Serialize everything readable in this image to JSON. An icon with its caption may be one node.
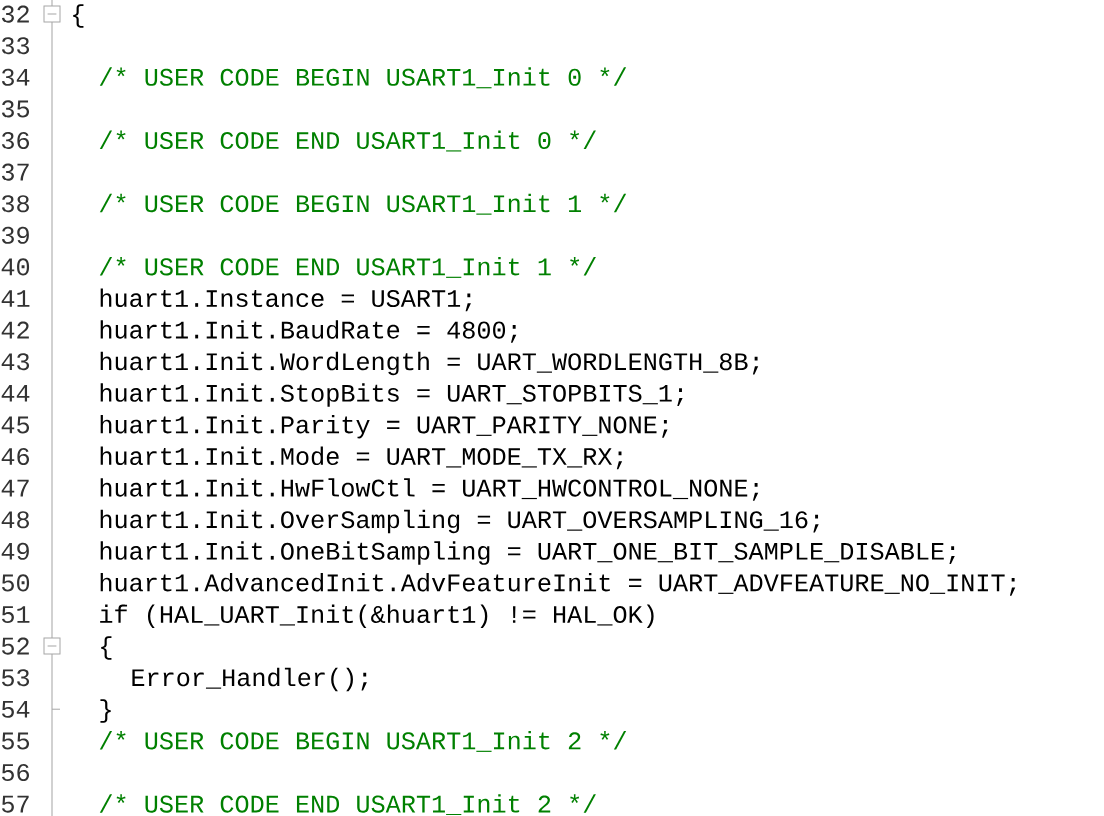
{
  "diagram": {
    "labels": [
      "32",
      "{",
      "33",
      "34",
      "/* USER CODE BEGIN USART1_Init 0 */",
      "35",
      "36",
      "/* USER CODE END USART1_Init 0 */",
      "37",
      "38",
      "/* USER CODE BEGIN USART1_Init 1 */",
      "39",
      "40",
      "/* USER CODE END USART1_Init 1 */",
      "41",
      "huart1.Instance = USART1;",
      "42",
      "huart1.Init.BaudRate = 4800;",
      "43",
      "huart1.Init.WordLength = UART_WORDLENGTH_8B;",
      "44",
      "huart1.Init.StopBits = UART_STOPBITS_1;",
      "45",
      "huart1.Init.Parity = UART_PARITY_NONE;",
      "46",
      "huart1.Init.Mode = UART_MODE_TX_RX;",
      "47",
      "huart1.Init.HwFlowCtl = UART_HWCONTROL_NONE;",
      "48",
      "huart1.Init.OverSampling = UART_OVERSAMPLING_16;",
      "49",
      "huart1.Init.OneBitSampling = UART_ONE_BIT_SAMPLE_DISABLE;",
      "50",
      "huart1.AdvancedInit.AdvFeatureInit = UART_ADVFEATURE_NO_INIT;",
      "51",
      "if (HAL_UART_Init(&huart1) != HAL_OK)",
      "52",
      "{",
      "53",
      "Error_Handler();",
      "54",
      "}",
      "55",
      "/* USER CODE BEGIN USART1_Init 2 */",
      "56",
      "57",
      "/* USER CODE END USART1_Init 2 */"
    ]
  }
}
